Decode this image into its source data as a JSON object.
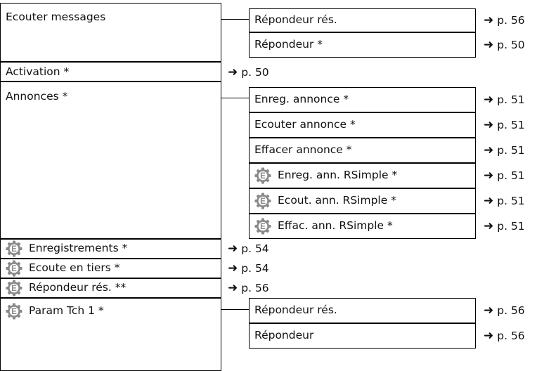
{
  "icons": {
    "expert": "expert-gear-icon",
    "arrow": "right-arrow-icon",
    "expert_letter": "E"
  },
  "colors": {
    "icon_outer": "#8a8a8a",
    "icon_inner": "#ffffff",
    "border": "#000000"
  },
  "menu": {
    "ecouter_messages": {
      "label": "Ecouter messages",
      "sub": [
        {
          "label": "Répondeur rés.",
          "ref": "p. 56"
        },
        {
          "label": "Répondeur *",
          "ref": "p. 50"
        }
      ]
    },
    "activation": {
      "label": "Activation *",
      "ref": "p. 50"
    },
    "annonces": {
      "label": "Annonces *",
      "sub": [
        {
          "label": "Enreg. annonce *",
          "ref": "p. 51"
        },
        {
          "label": "Ecouter annonce *",
          "ref": "p. 51"
        },
        {
          "label": "Effacer annonce *",
          "ref": "p. 51"
        },
        {
          "label": "Enreg. ann. RSimple *",
          "ref": "p. 51"
        },
        {
          "label": "Ecout. ann. RSimple *",
          "ref": "p. 51"
        },
        {
          "label": "Effac. ann. RSimple *",
          "ref": "p. 51"
        }
      ]
    },
    "enregistrements": {
      "label": "Enregistrements *",
      "ref": "p. 54"
    },
    "ecoute_en_tiers": {
      "label": "Ecoute en tiers *",
      "ref": "p. 54"
    },
    "repondeur_res": {
      "label": "Répondeur rés. **",
      "ref": "p. 56"
    },
    "param_tch": {
      "label": "Param Tch 1 *",
      "sub": [
        {
          "label": "Répondeur rés.",
          "ref": "p. 56"
        },
        {
          "label": "Répondeur",
          "ref": "p. 56"
        }
      ]
    }
  }
}
